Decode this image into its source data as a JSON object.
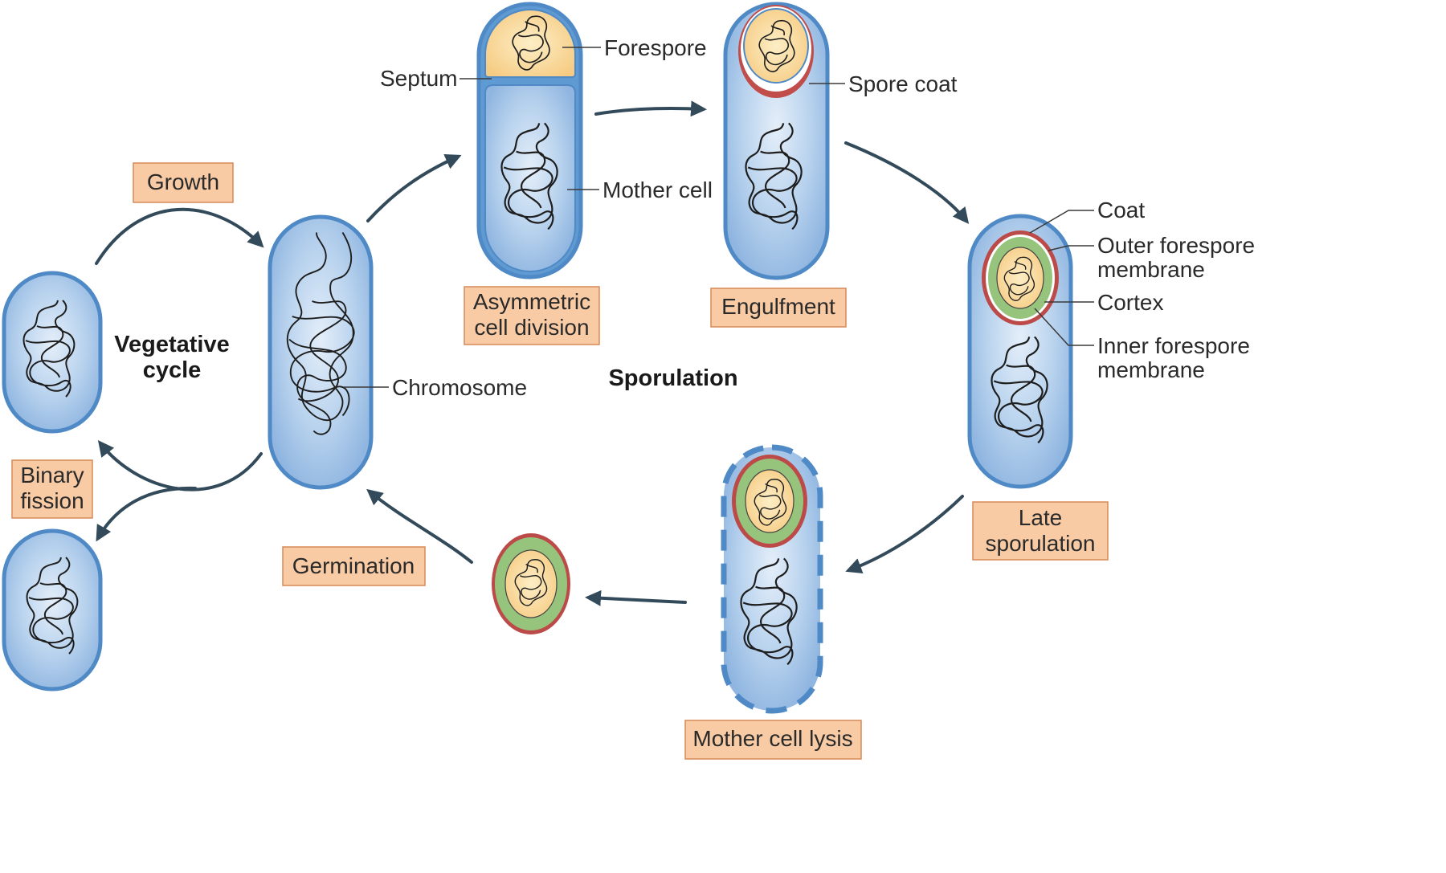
{
  "stages": {
    "growth": "Growth",
    "binary_fission": [
      "Binary",
      "fission"
    ],
    "asymmetric_division": [
      "Asymmetric",
      "cell division"
    ],
    "engulfment": "Engulfment",
    "late_sporulation": [
      "Late",
      "sporulation"
    ],
    "mother_cell_lysis": "Mother cell lysis",
    "germination": "Germination"
  },
  "cycles": {
    "vegetative": [
      "Vegetative",
      "cycle"
    ],
    "sporulation": "Sporulation"
  },
  "callouts": {
    "chromosome": "Chromosome",
    "forespore": "Forespore",
    "septum": "Septum",
    "mother_cell": "Mother cell",
    "spore_coat": "Spore coat",
    "coat": "Coat",
    "outer_forespore_membrane": [
      "Outer forespore",
      "membrane"
    ],
    "cortex": "Cortex",
    "inner_forespore_membrane": [
      "Inner forespore",
      "membrane"
    ]
  },
  "colors": {
    "cell_wall": "#4f8ac6",
    "cytoplasm": "#a9c9ea",
    "forespore": "#f8d48e",
    "cortex": "#97c47c",
    "coat": "#bb4a48",
    "label_box": "#f9cba4",
    "arrow": "#334a5a"
  }
}
